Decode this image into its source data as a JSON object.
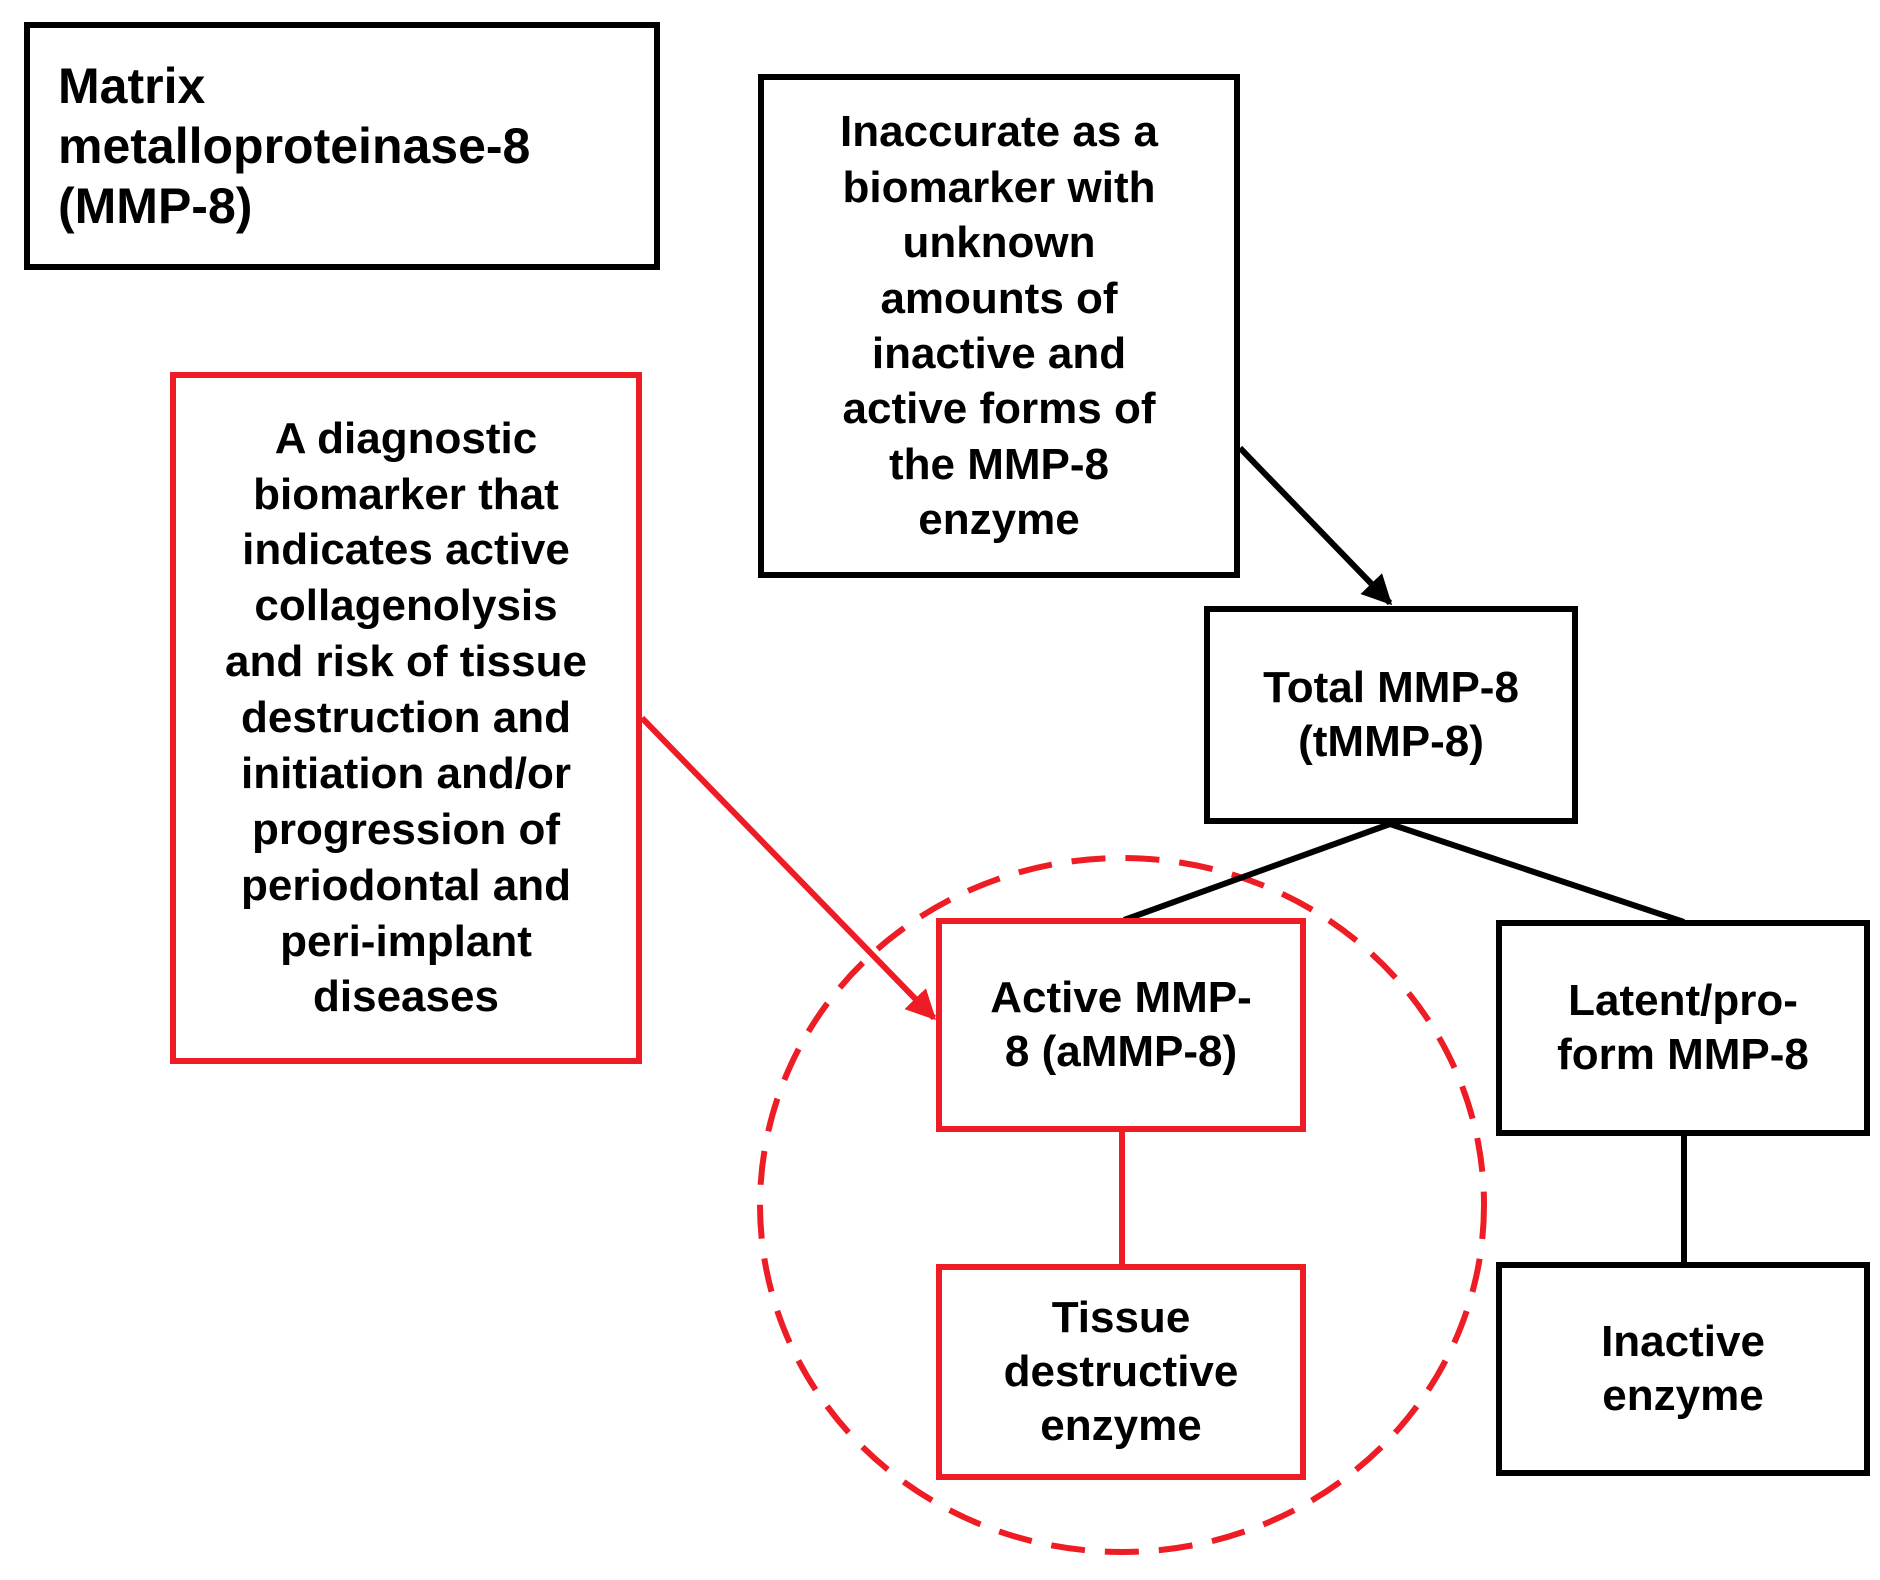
{
  "diagram": {
    "title": "Matrix\nmetalloproteinase-8\n(MMP-8)",
    "nodes": {
      "inaccurate": "Inaccurate as a\nbiomarker with\nunknown\namounts of\ninactive and\nactive forms of\nthe MMP-8\nenzyme",
      "diagnostic": "A diagnostic\nbiomarker that\nindicates active\ncollagenolysis\nand risk of tissue\ndestruction and\ninitiation and/or\nprogression of\nperiodontal and\nperi-implant\ndiseases",
      "total": "Total MMP-8\n(tMMP-8)",
      "active": "Active MMP-\n8 (aMMP-8)",
      "latent": "Latent/pro-\nform MMP-8",
      "tissue": "Tissue\ndestructive\nenzyme",
      "inactive": "Inactive\nenzyme"
    },
    "edges": [
      {
        "from": "inaccurate",
        "to": "total",
        "type": "arrow",
        "color": "#000000"
      },
      {
        "from": "diagnostic",
        "to": "active",
        "type": "arrow",
        "color": "#ee1c24"
      },
      {
        "from": "total",
        "to": "active",
        "type": "line",
        "color": "#000000"
      },
      {
        "from": "total",
        "to": "latent",
        "type": "line",
        "color": "#000000"
      },
      {
        "from": "active",
        "to": "tissue",
        "type": "line",
        "color": "#ee1c24"
      },
      {
        "from": "latent",
        "to": "inactive",
        "type": "line",
        "color": "#000000"
      }
    ],
    "highlight": {
      "style": "dashed-circle",
      "encloses": [
        "active",
        "tissue"
      ],
      "color": "#ee1c24"
    },
    "colors": {
      "black": "#000000",
      "red": "#ee1c24"
    }
  }
}
